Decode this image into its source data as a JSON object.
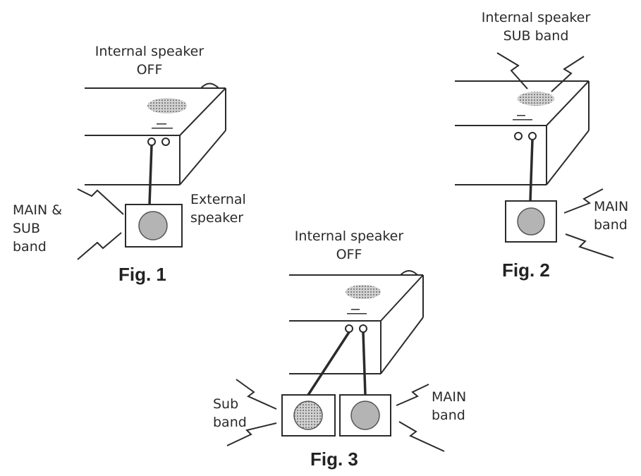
{
  "figures": [
    {
      "caption": "Fig. 1",
      "internal_label": [
        "Internal speaker",
        "OFF"
      ],
      "external_label": [
        "External",
        "speaker"
      ],
      "band_label": [
        "MAIN &",
        "SUB",
        "band"
      ]
    },
    {
      "caption": "Fig. 2",
      "internal_label": [
        "Internal speaker",
        "SUB band"
      ],
      "band_label": [
        "MAIN",
        "band"
      ]
    },
    {
      "caption": "Fig. 3",
      "internal_label": [
        "Internal speaker",
        "OFF"
      ],
      "left_band_label": [
        "Sub",
        "band"
      ],
      "right_band_label": [
        "MAIN",
        "band"
      ]
    }
  ],
  "colors": {
    "line": "#2b2b2b",
    "grille": "#8a8a8a",
    "cone_fill": "#b4b4b4"
  }
}
